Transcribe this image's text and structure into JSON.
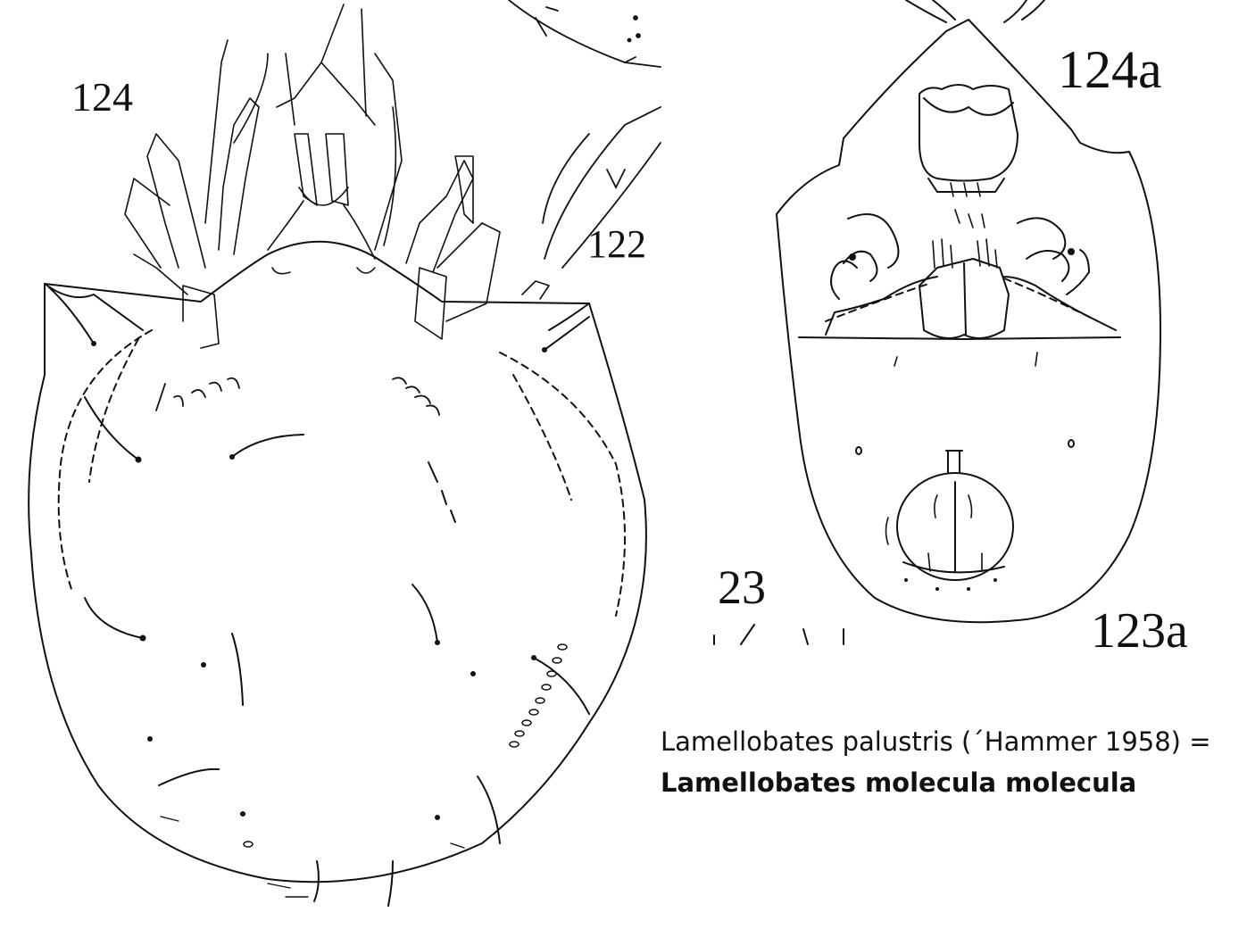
{
  "figure_labels": {
    "fig_124": "124",
    "fig_122": "122",
    "fig_124a": "124a",
    "fig_23": "23",
    "fig_123a": "123a"
  },
  "caption": {
    "line1": "Lamellobates palustris (´Hammer 1958) =",
    "line2": "Lamellobates molecula molecula"
  },
  "colors": {
    "ink": "#111111",
    "paper": "#ffffff"
  }
}
